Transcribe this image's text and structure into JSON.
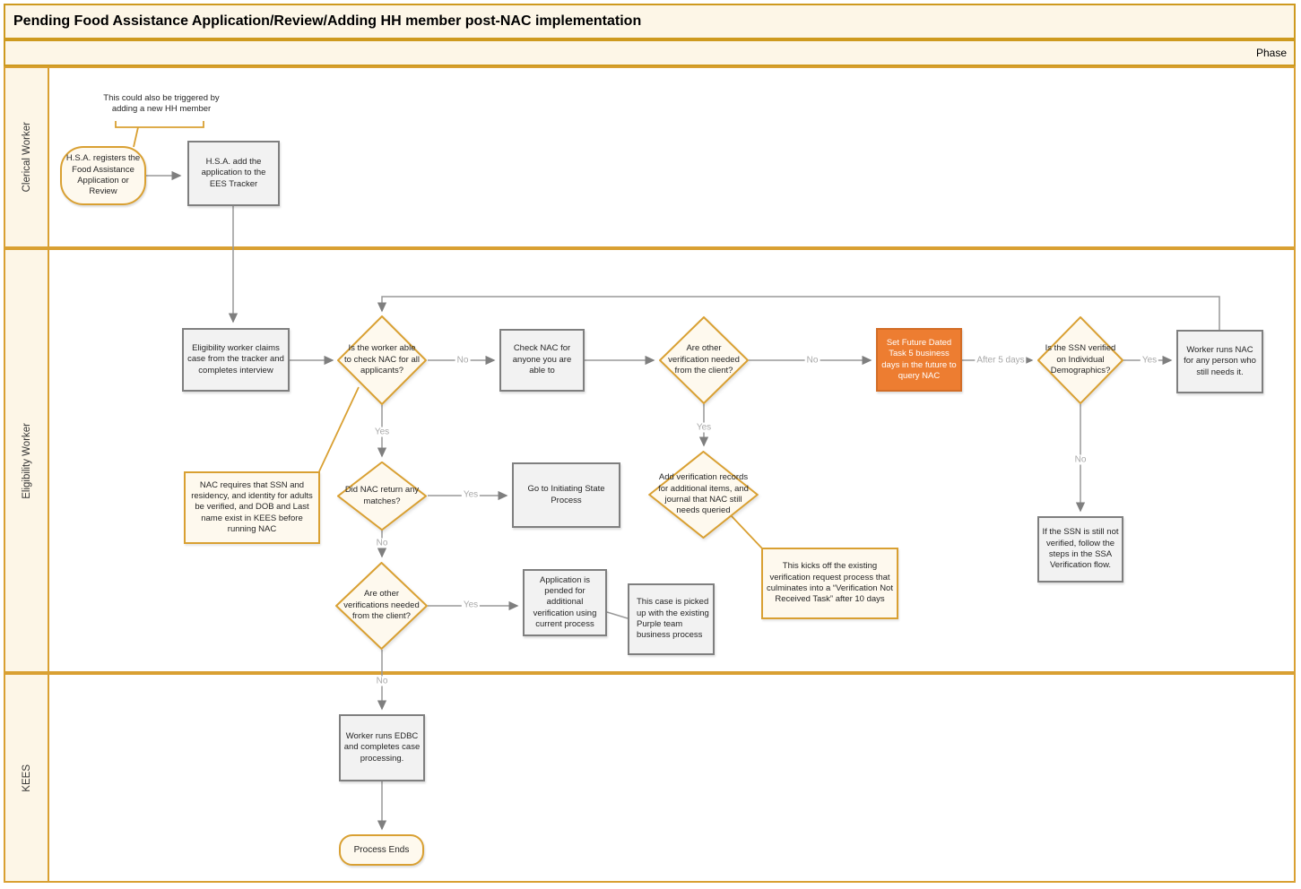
{
  "title": "Pending Food Assistance Application/Review/Adding HH member post-NAC implementation",
  "phase_label": "Phase",
  "lanes": [
    {
      "label": "Clerical Worker"
    },
    {
      "label": "Eligibility Worker"
    },
    {
      "label": "KEES"
    }
  ],
  "nodes": {
    "callout_trigger": {
      "label": "This could also be triggered by adding a new HH member"
    },
    "start_hsa": {
      "label": "H.S.A. registers the Food Assistance Application or Review"
    },
    "add_tracker": {
      "label": "H.S.A. add the application to the EES Tracker"
    },
    "claims_case": {
      "label": "Eligibility worker claims case from the tracker and completes interview"
    },
    "d_worker_able": {
      "label": "Is the worker able to check NAC for all applicants?"
    },
    "check_nac": {
      "label": "Check NAC for anyone you are able to"
    },
    "d_other_verif": {
      "label": "Are other verification needed from the client?"
    },
    "set_task": {
      "label": "Set Future Dated Task 5 business days in the future to query NAC"
    },
    "d_ssn_verified": {
      "label": "Is the SSN verified on Individual Demographics?"
    },
    "worker_runs_nac": {
      "label": "Worker runs NAC for any person who still needs it."
    },
    "note_nac_requires": {
      "label": "NAC requires that SSN and residency, and identity for adults be verified,  and DOB and Last name exist in KEES before running NAC"
    },
    "d_nac_matches": {
      "label": "Did NAC return any matches?"
    },
    "go_initiating": {
      "label": "Go to Initiating State Process"
    },
    "d_other_verifs2": {
      "label": "Are other verifications needed from the client?"
    },
    "app_pended": {
      "label": "Application is pended for additional verification using current process"
    },
    "note_purple": {
      "label": "This case is picked up with the existing Purple team business process"
    },
    "d_add_verif": {
      "label": "Add verification records for additional items, and journal that NAC still needs queried"
    },
    "note_kickoff": {
      "label": "This kicks off the existing verification request process that culminates into a “Verification Not Received Task” after 10 days"
    },
    "ssa_flow": {
      "label": "If the SSN is still not verified, follow the steps in the SSA Verification flow."
    },
    "run_edbc": {
      "label": "Worker runs EDBC and completes case processing."
    },
    "process_ends": {
      "label": "Process Ends"
    }
  },
  "edge_labels": {
    "worker_able_no": "No",
    "worker_able_yes": "Yes",
    "other_verif_no": "No",
    "other_verif_yes": "Yes",
    "after_5_days": "After 5 days",
    "ssn_verified_yes": "Yes",
    "ssn_verified_no": "No",
    "nac_matches_yes": "Yes",
    "nac_matches_no": "No",
    "other_verifs2_yes": "Yes",
    "other_verifs2_no": "No"
  },
  "colors": {
    "accent_gold": "#D9A032",
    "frame_gold": "#CE9A1F",
    "node_orange_fill": "#ED7D31",
    "process_fill": "#F2F2F2",
    "process_border": "#7F7F7F",
    "cream_fill": "#FDF6E7",
    "connector_gray": "#8C8C8C"
  }
}
